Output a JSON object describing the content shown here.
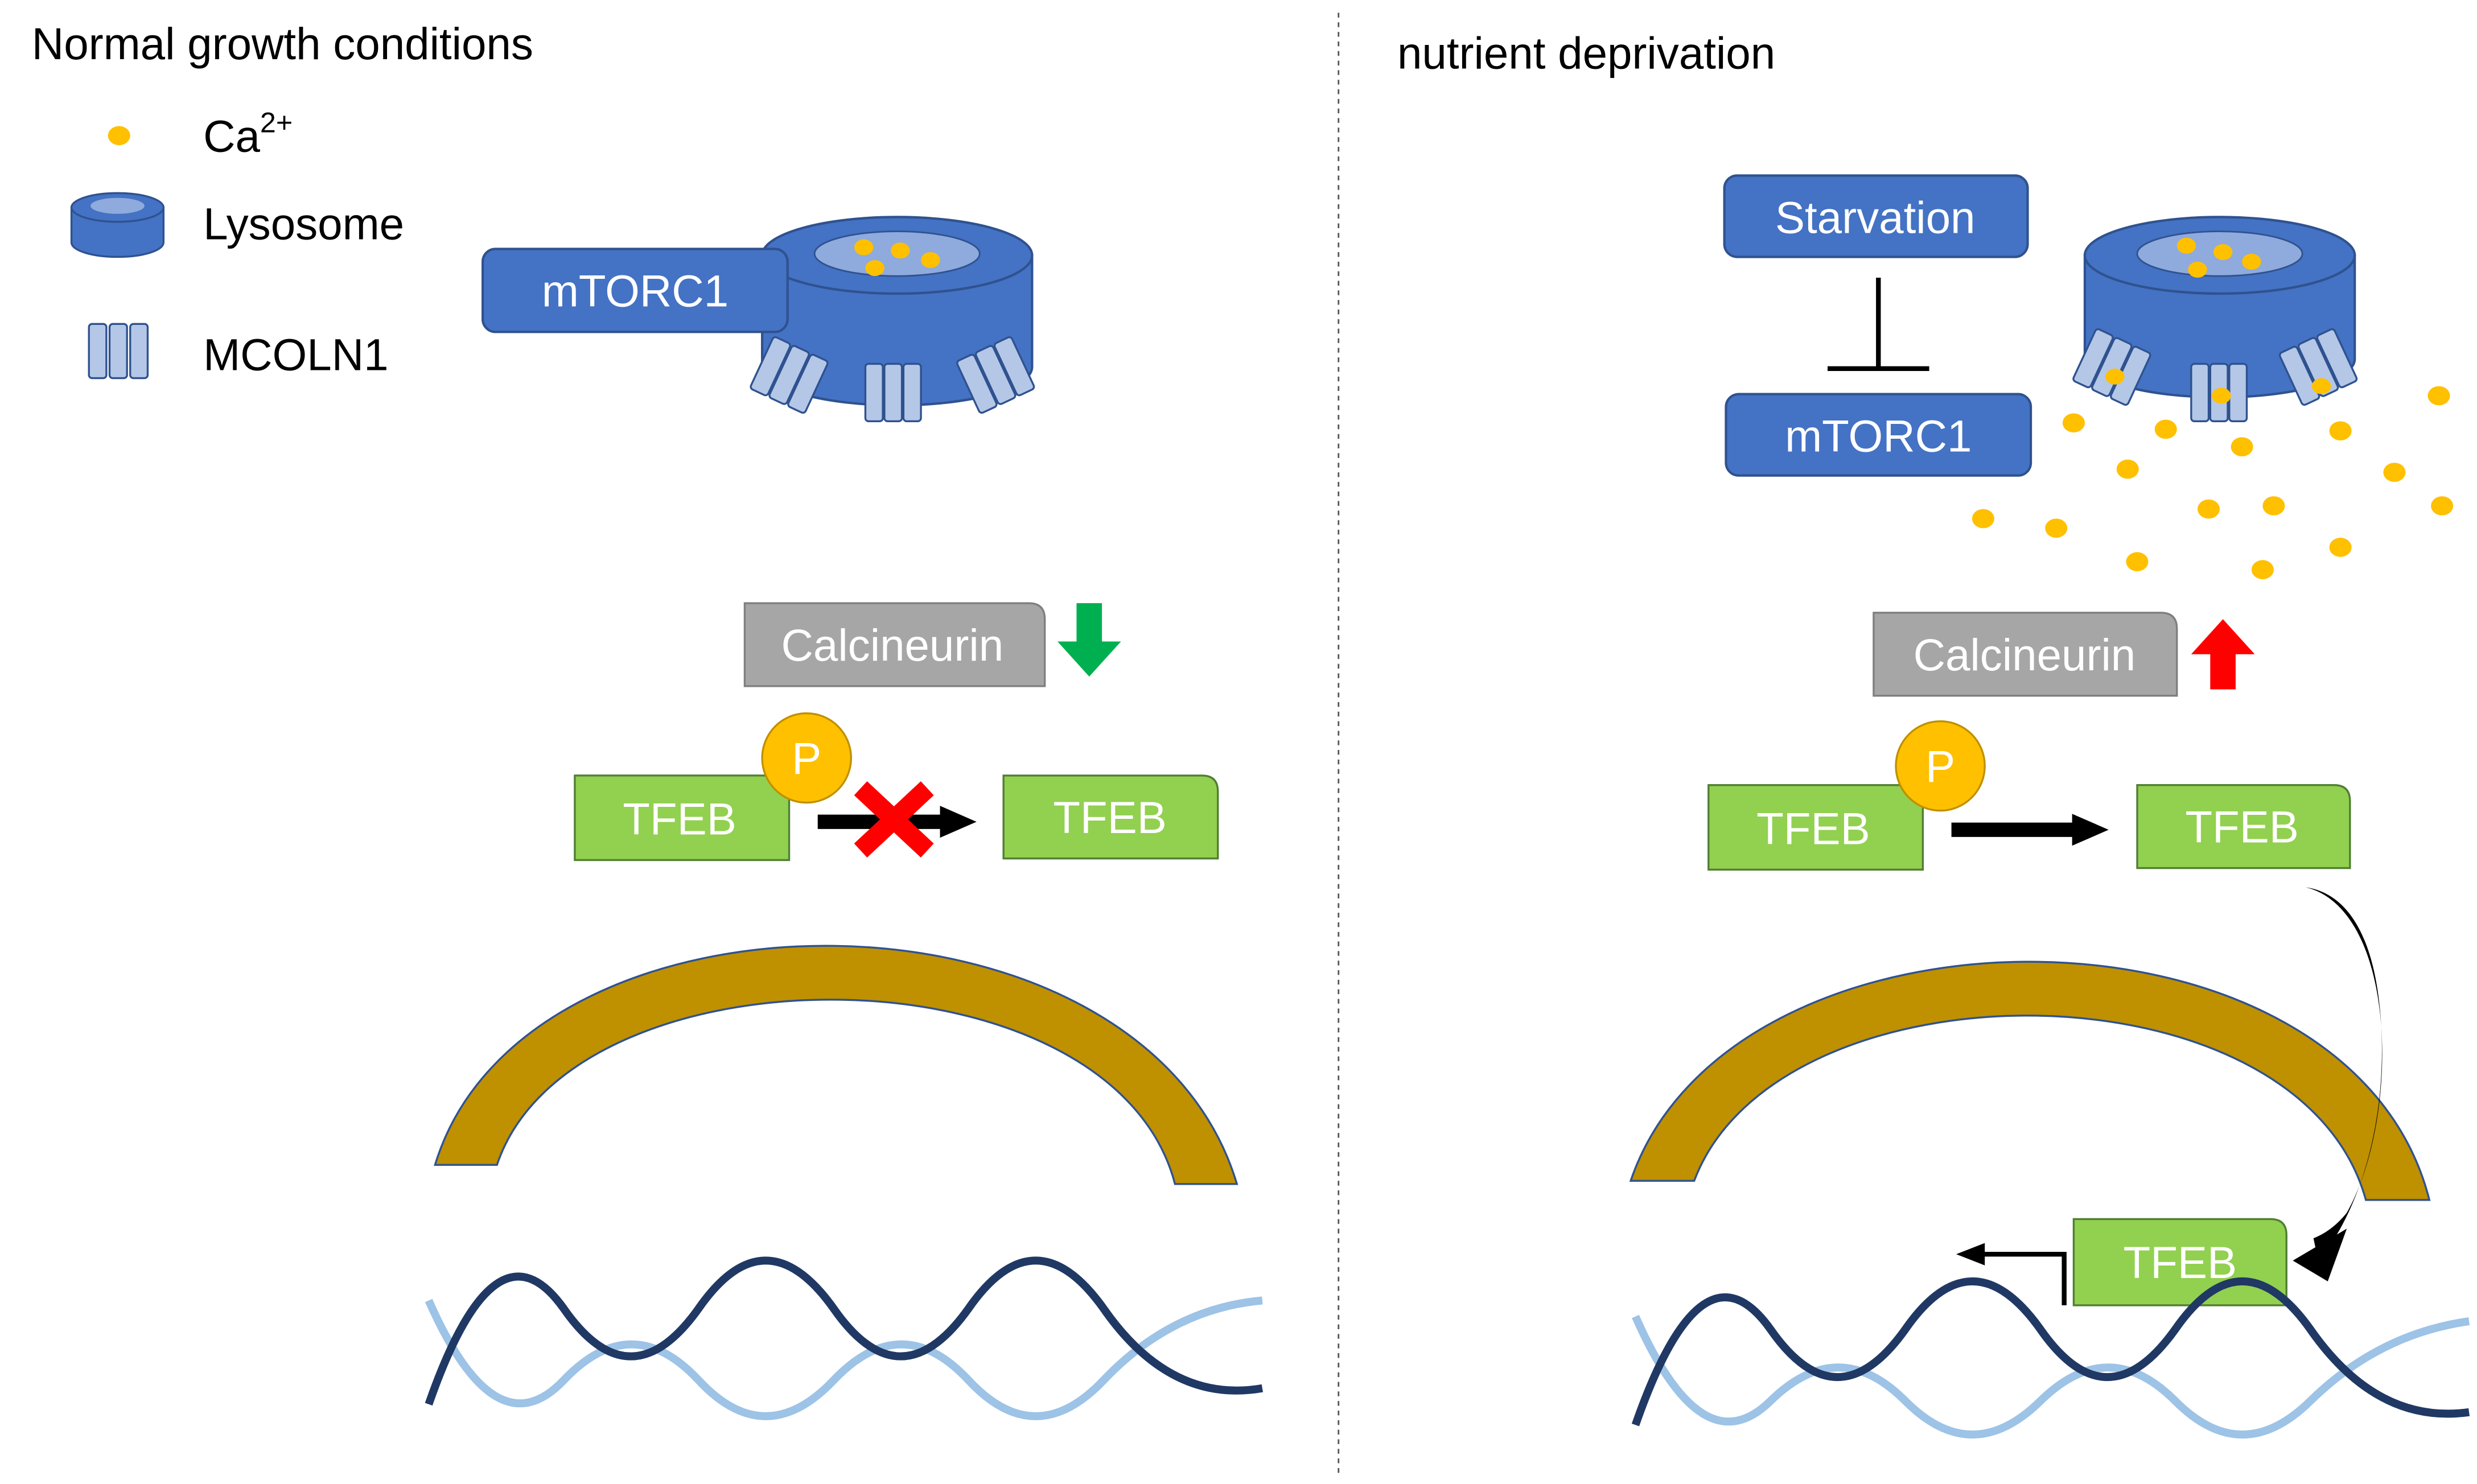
{
  "left_panel": {
    "title": "Normal growth conditions",
    "legend": {
      "calcium_label": "Ca",
      "calcium_superscript": "2+",
      "lysosome_label": "Lysosome",
      "channel_label": "MCOLN1"
    },
    "mtorc1_label": "mTORC1",
    "calcineurin_label": "Calcineurin",
    "phospho_label": "P",
    "tfeb_phosphorylated_label": "TFEB",
    "tfeb_free_label": "TFEB"
  },
  "right_panel": {
    "title": "nutrient deprivation",
    "starvation_label": "Starvation",
    "mtorc1_label": "mTORC1",
    "calcineurin_label": "Calcineurin",
    "phospho_label": "P",
    "tfeb_phosphorylated_label": "TFEB",
    "tfeb_free_label": "TFEB",
    "tfeb_nuclear_label": "TFEB"
  },
  "colors": {
    "blue_box": "#4472c4",
    "blue_dark": "#2f528f",
    "lysosome_light": "#8faadc",
    "channel_fill": "#b4c7e7",
    "calcium": "#ffc000",
    "calcineurin_fill": "#a6a6a6",
    "tfeb_fill": "#92d050",
    "tfeb_stroke": "#507e32",
    "nuclear_envelope": "#bf9000",
    "dna_dark": "#203864",
    "dna_light": "#9dc3e6",
    "arrow_down": "#00b050",
    "arrow_up": "#ff0000",
    "cross": "#ff0000"
  }
}
